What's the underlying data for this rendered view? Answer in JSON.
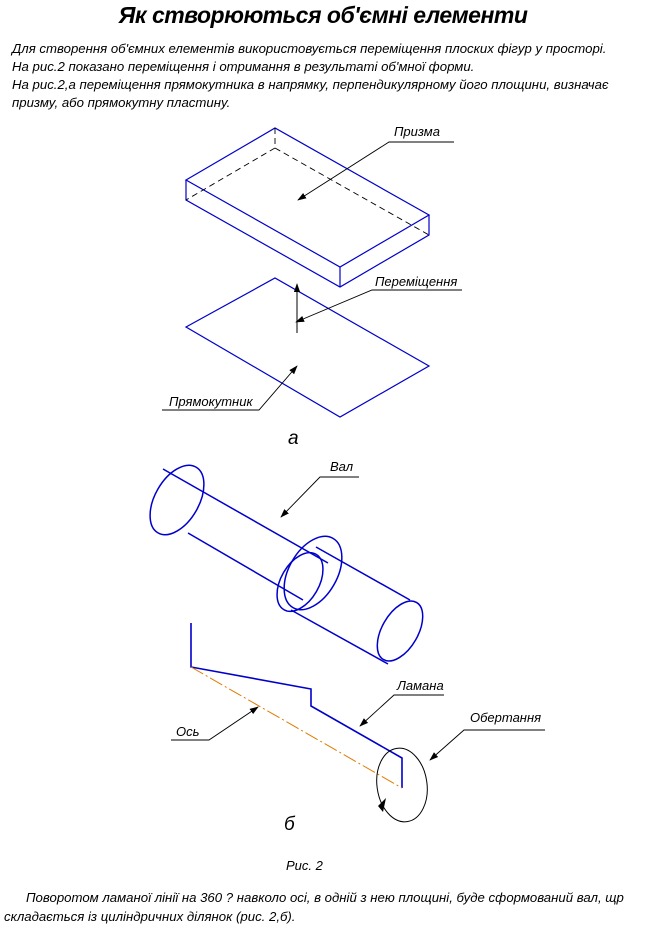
{
  "title": "Як створюються об'ємні елементи",
  "intro": [
    "Для створення об'ємних елементів використовується переміщення плоских фігур у просторі.",
    "На рис.2 показано переміщення і отримання в результаті об'мної форми.",
    "На рис.2,а переміщення прямокутника в напрямку, перпендикулярному його площини, визначає призму, або прямокутну пластину."
  ],
  "figure_a": {
    "labels": {
      "prism": "Призма",
      "movement": "Переміщення",
      "rectangle": "Прямокутник"
    },
    "caption": "а"
  },
  "figure_b": {
    "labels": {
      "shaft": "Вал",
      "polyline": "Ламана",
      "axis": "Ось",
      "rotation": "Обертання"
    },
    "caption": "б"
  },
  "figure_caption": "Рис. 2",
  "outro": "Поворотом ламаної лінії на 360 ? навколо осі, в одній з нею площині, буде сформований вал, щр складається із циліндричних ділянок (рис. 2,б).",
  "colors": {
    "drawing": "#0000cc",
    "axis": "#e07b00",
    "leader": "#000000"
  }
}
